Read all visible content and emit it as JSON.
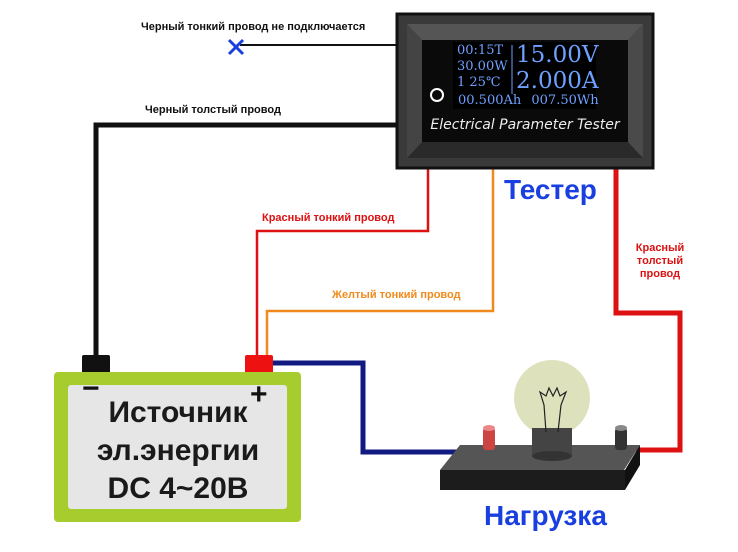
{
  "labels": {
    "black_thin": "Черный тонкий провод не подключается",
    "black_thick": "Черный толстый провод",
    "red_thin": "Красный тонкий провод",
    "yellow_thin": "Желтый тонкий провод",
    "red_thick_1": "Красный",
    "red_thick_2": "толстый",
    "red_thick_3": "провод",
    "tester": "Тестер",
    "load": "Нагрузка"
  },
  "tester": {
    "screen": {
      "time": "00:15T",
      "power": "30.00W",
      "mode_temp": "1  25℃",
      "voltage": "15.00V",
      "current": "2.000A",
      "capacity": "00.500Ah",
      "energy": "007.50Wh"
    },
    "caption": "Electrical Parameter Tester"
  },
  "source": {
    "minus": "−",
    "plus": "+",
    "line1": "Источник",
    "line2": "эл.энергии",
    "line3": "DC 4~20В"
  },
  "colors": {
    "title_blue": "#1a3fe0",
    "red_wire": "#dd1111",
    "orange_wire": "#f08a1c",
    "blue_wire": "#101a80",
    "battery_green": "#a6cc2e"
  }
}
